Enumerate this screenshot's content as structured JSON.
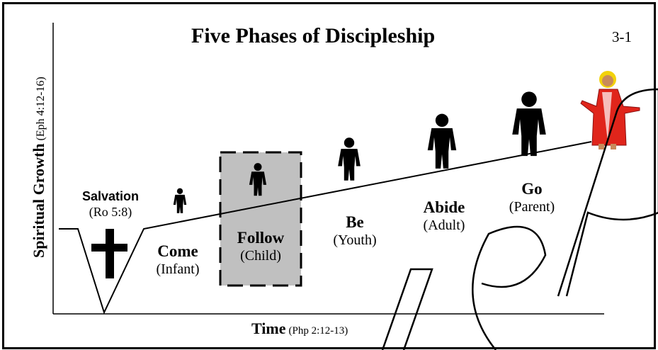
{
  "title": "Five Phases of Discipleship",
  "slide_number": "3-1",
  "y_axis": {
    "label": "Spiritual Growth",
    "reference": "(Eph 4:12-16)"
  },
  "x_axis": {
    "label": "Time",
    "reference": "(Php 2:12-13)"
  },
  "salvation": {
    "label": "Salvation",
    "reference": "(Ro 5:8)"
  },
  "phases": [
    {
      "name": "Come",
      "stage": "(Infant)"
    },
    {
      "name": "Follow",
      "stage": "(Child)"
    },
    {
      "name": "Be",
      "stage": "(Youth)"
    },
    {
      "name": "Abide",
      "stage": "(Adult)"
    },
    {
      "name": "Go",
      "stage": "(Parent)"
    }
  ],
  "highlighted_phase": "Follow",
  "watermark": "Sample",
  "colors": {
    "highlight_box": "#c0c0c0",
    "robe": "#e0251b",
    "halo": "#f2d20a",
    "watermark": "#000000"
  }
}
